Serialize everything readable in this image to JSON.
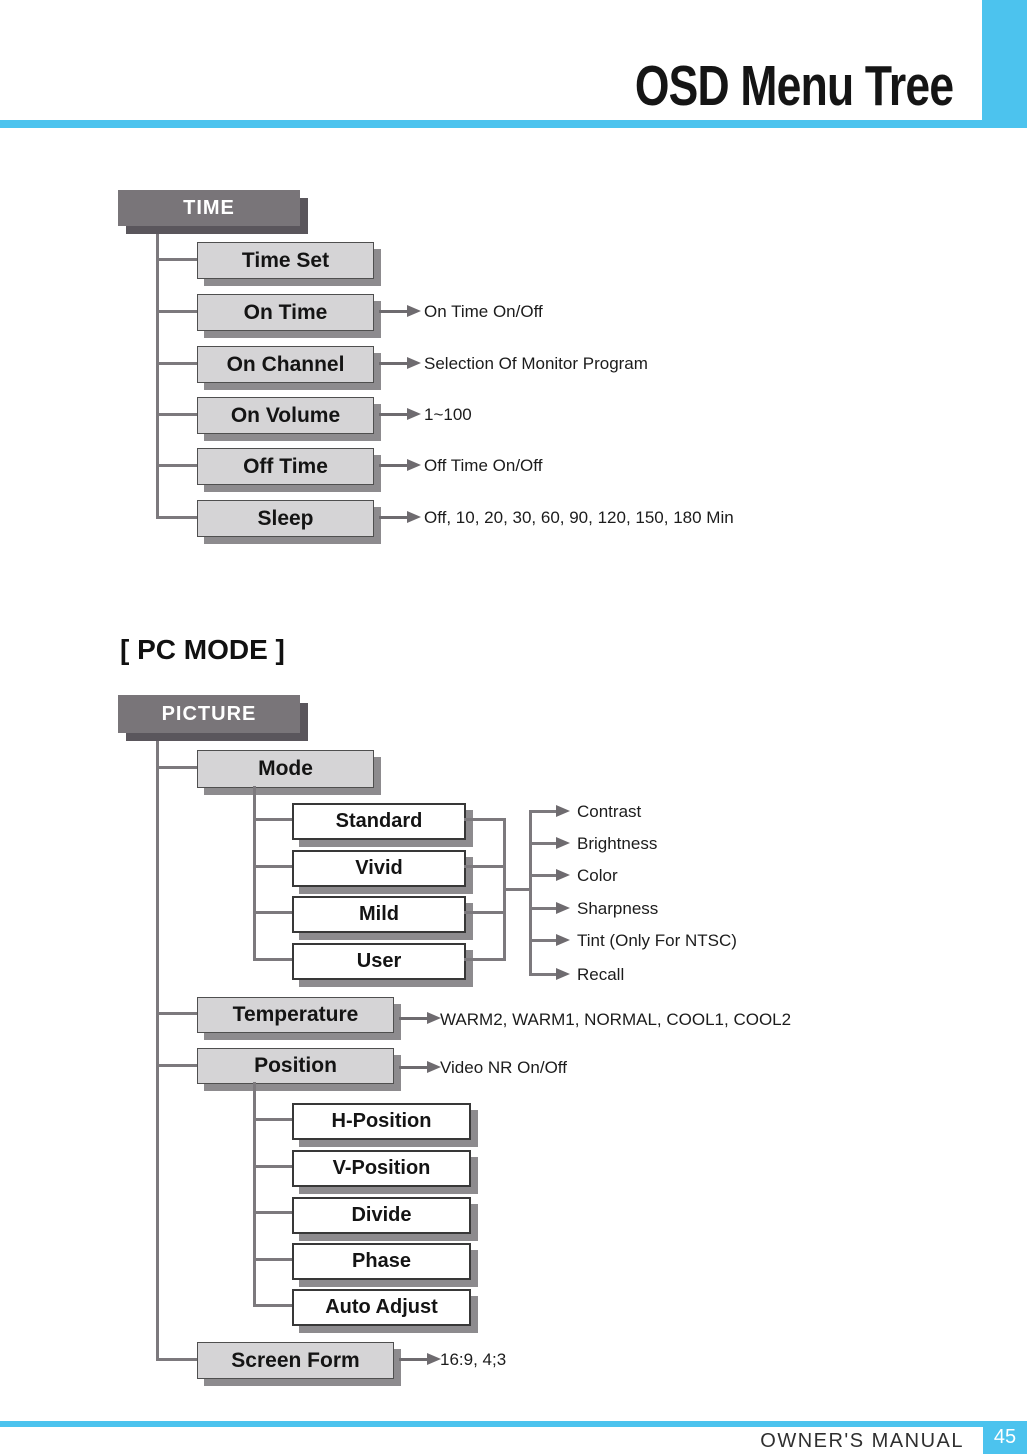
{
  "page": {
    "title": "OSD Menu Tree",
    "footer": {
      "label": "OWNER'S MANUAL",
      "page_number": "45"
    },
    "accent_color": "#4cc3ee",
    "header_box_color": "#797579",
    "item_box_color": "#d5d4d6"
  },
  "time_menu": {
    "header": "TIME",
    "items": [
      {
        "label": "Time Set",
        "annotation": ""
      },
      {
        "label": "On Time",
        "annotation": "On Time On/Off"
      },
      {
        "label": "On Channel",
        "annotation": "Selection Of Monitor Program"
      },
      {
        "label": "On Volume",
        "annotation": "1~100"
      },
      {
        "label": "Off Time",
        "annotation": "Off Time On/Off"
      },
      {
        "label": "Sleep",
        "annotation": "Off, 10, 20, 30, 60, 90, 120, 150, 180 Min"
      }
    ]
  },
  "pc_mode": {
    "heading": "[ PC MODE ]",
    "picture_menu": {
      "header": "PICTURE",
      "mode": {
        "label": "Mode",
        "options": [
          "Standard",
          "Vivid",
          "Mild",
          "User"
        ],
        "adjustments": [
          "Contrast",
          "Brightness",
          "Color",
          "Sharpness",
          "Tint (Only For NTSC)",
          "Recall"
        ]
      },
      "temperature": {
        "label": "Temperature",
        "annotation": "WARM2, WARM1, NORMAL, COOL1, COOL2"
      },
      "position": {
        "label": "Position",
        "annotation": "Video NR On/Off",
        "options": [
          "H-Position",
          "V-Position",
          "Divide",
          "Phase",
          "Auto Adjust"
        ]
      },
      "screen_form": {
        "label": "Screen Form",
        "annotation": "16:9, 4;3"
      }
    }
  }
}
